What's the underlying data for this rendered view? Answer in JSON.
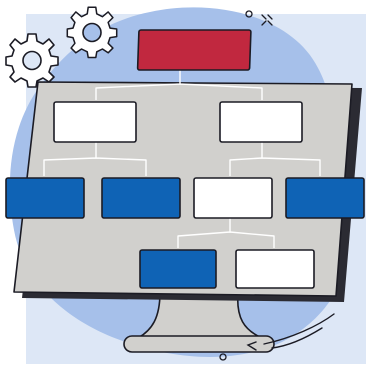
{
  "illustration": {
    "subject": "monitor-with-flowchart",
    "icons": [
      "gear-icon",
      "gear-icon",
      "sparkle-icon",
      "circle-icon",
      "circle-icon",
      "arrow-icon"
    ],
    "colors": {
      "backdrop_square": "#dde7f6",
      "blob": "#a6c0ea",
      "monitor_face": "#d1d0cd",
      "monitor_shadow": "#2b2b33",
      "outline": "#1b1b24",
      "root_node": "#c1283f",
      "blue_node": "#0f63b5",
      "white_node": "#ffffff",
      "connector": "#ffffff"
    },
    "flowchart": {
      "root": {
        "fill": "red"
      },
      "level_1": [
        {
          "fill": "white"
        },
        {
          "fill": "white"
        }
      ],
      "level_2": [
        {
          "fill": "blue"
        },
        {
          "fill": "blue"
        },
        {
          "fill": "white"
        },
        {
          "fill": "blue"
        }
      ],
      "level_3": [
        {
          "fill": "blue"
        },
        {
          "fill": "white"
        }
      ]
    }
  }
}
